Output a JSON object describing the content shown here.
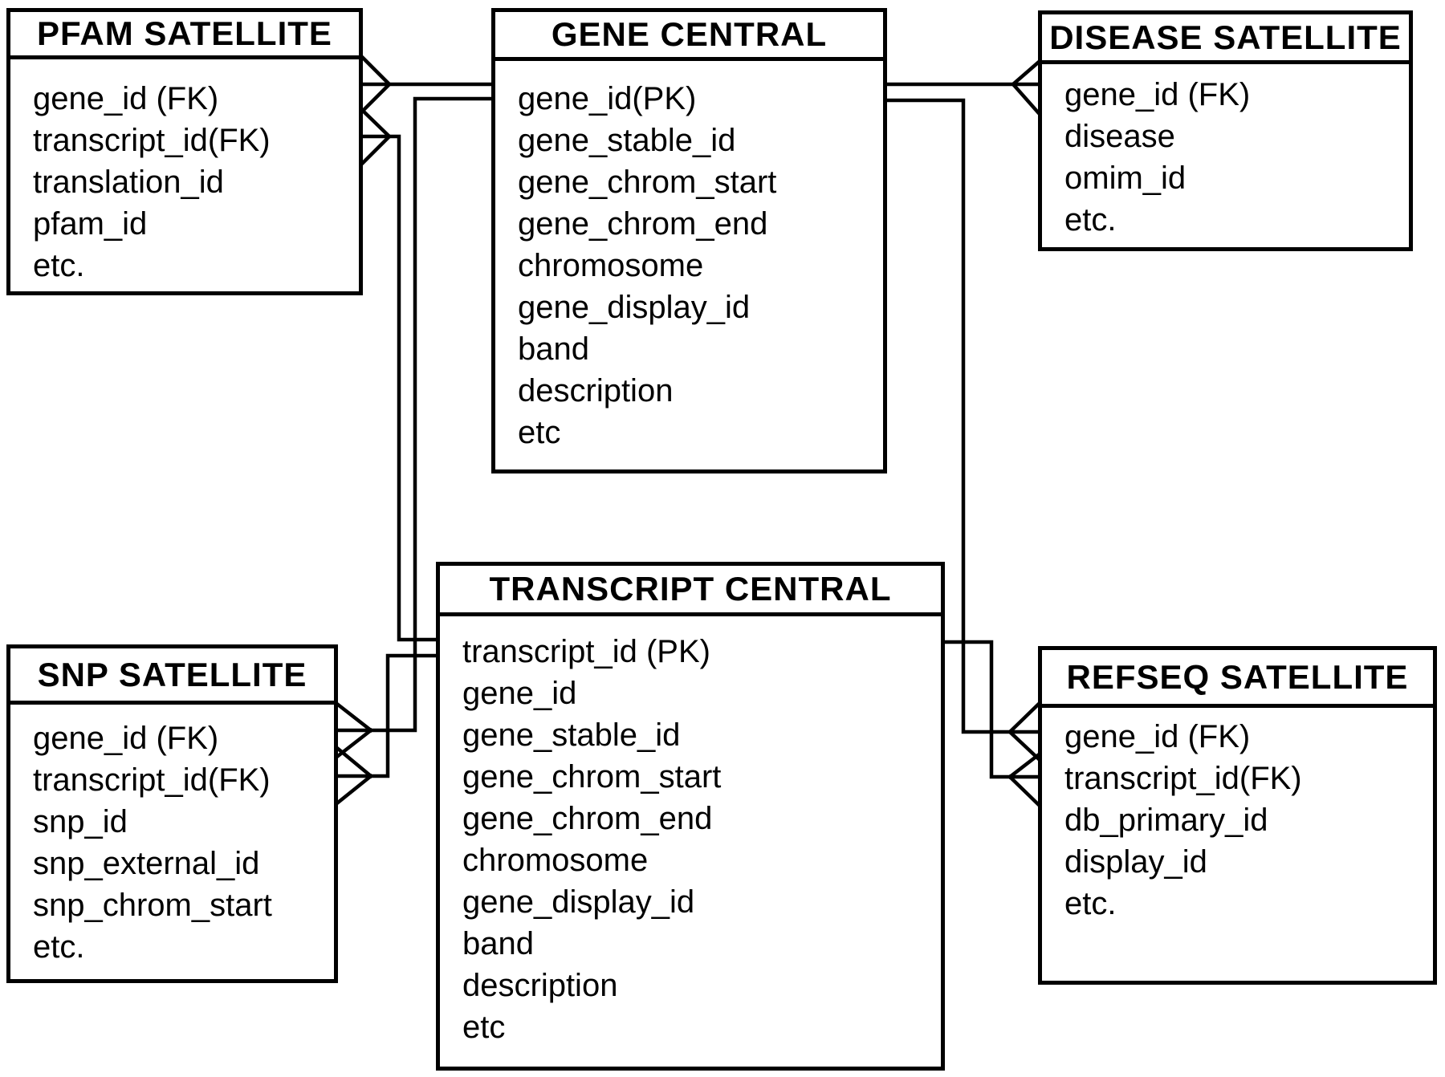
{
  "diagram_type": "entity-relationship-diagram",
  "notation": "crow-foot (many end at satellite tables)",
  "colors": {
    "line": "#000000",
    "background": "#ffffff",
    "text": "#000000"
  },
  "entities": {
    "pfam": {
      "title": "PFAM SATELLITE",
      "attributes": [
        "gene_id (FK)",
        "transcript_id(FK)",
        "translation_id",
        "pfam_id",
        "etc."
      ]
    },
    "gene": {
      "title": "GENE CENTRAL",
      "attributes": [
        "gene_id(PK)",
        "gene_stable_id",
        "gene_chrom_start",
        "gene_chrom_end",
        "chromosome",
        "gene_display_id",
        "band",
        "description",
        "etc"
      ]
    },
    "disease": {
      "title": "DISEASE SATELLITE",
      "attributes": [
        "gene_id (FK)",
        "disease",
        "omim_id",
        "etc."
      ]
    },
    "snp": {
      "title": "SNP SATELLITE",
      "attributes": [
        "gene_id (FK)",
        "transcript_id(FK)",
        "snp_id",
        "snp_external_id",
        "snp_chrom_start",
        "etc."
      ]
    },
    "transcript": {
      "title": "TRANSCRIPT CENTRAL",
      "attributes": [
        "transcript_id (PK)",
        "gene_id",
        "gene_stable_id",
        "gene_chrom_start",
        "gene_chrom_end",
        "chromosome",
        "gene_display_id",
        "band",
        "description",
        "etc"
      ]
    },
    "refseq": {
      "title": "REFSEQ SATELLITE",
      "attributes": [
        "gene_id (FK)",
        "transcript_id(FK)",
        "db_primary_id",
        "display_id",
        "etc."
      ]
    }
  },
  "relationships": [
    {
      "from": "GENE CENTRAL",
      "to": "PFAM SATELLITE",
      "many_end": "PFAM SATELLITE"
    },
    {
      "from": "TRANSCRIPT CENTRAL",
      "to": "PFAM SATELLITE",
      "many_end": "PFAM SATELLITE"
    },
    {
      "from": "GENE CENTRAL",
      "to": "DISEASE SATELLITE",
      "many_end": "DISEASE SATELLITE"
    },
    {
      "from": "GENE CENTRAL",
      "to": "SNP SATELLITE",
      "many_end": "SNP SATELLITE"
    },
    {
      "from": "TRANSCRIPT CENTRAL",
      "to": "SNP SATELLITE",
      "many_end": "SNP SATELLITE"
    },
    {
      "from": "GENE CENTRAL",
      "to": "REFSEQ SATELLITE",
      "many_end": "REFSEQ SATELLITE"
    },
    {
      "from": "TRANSCRIPT CENTRAL",
      "to": "REFSEQ SATELLITE",
      "many_end": "REFSEQ SATELLITE"
    }
  ]
}
